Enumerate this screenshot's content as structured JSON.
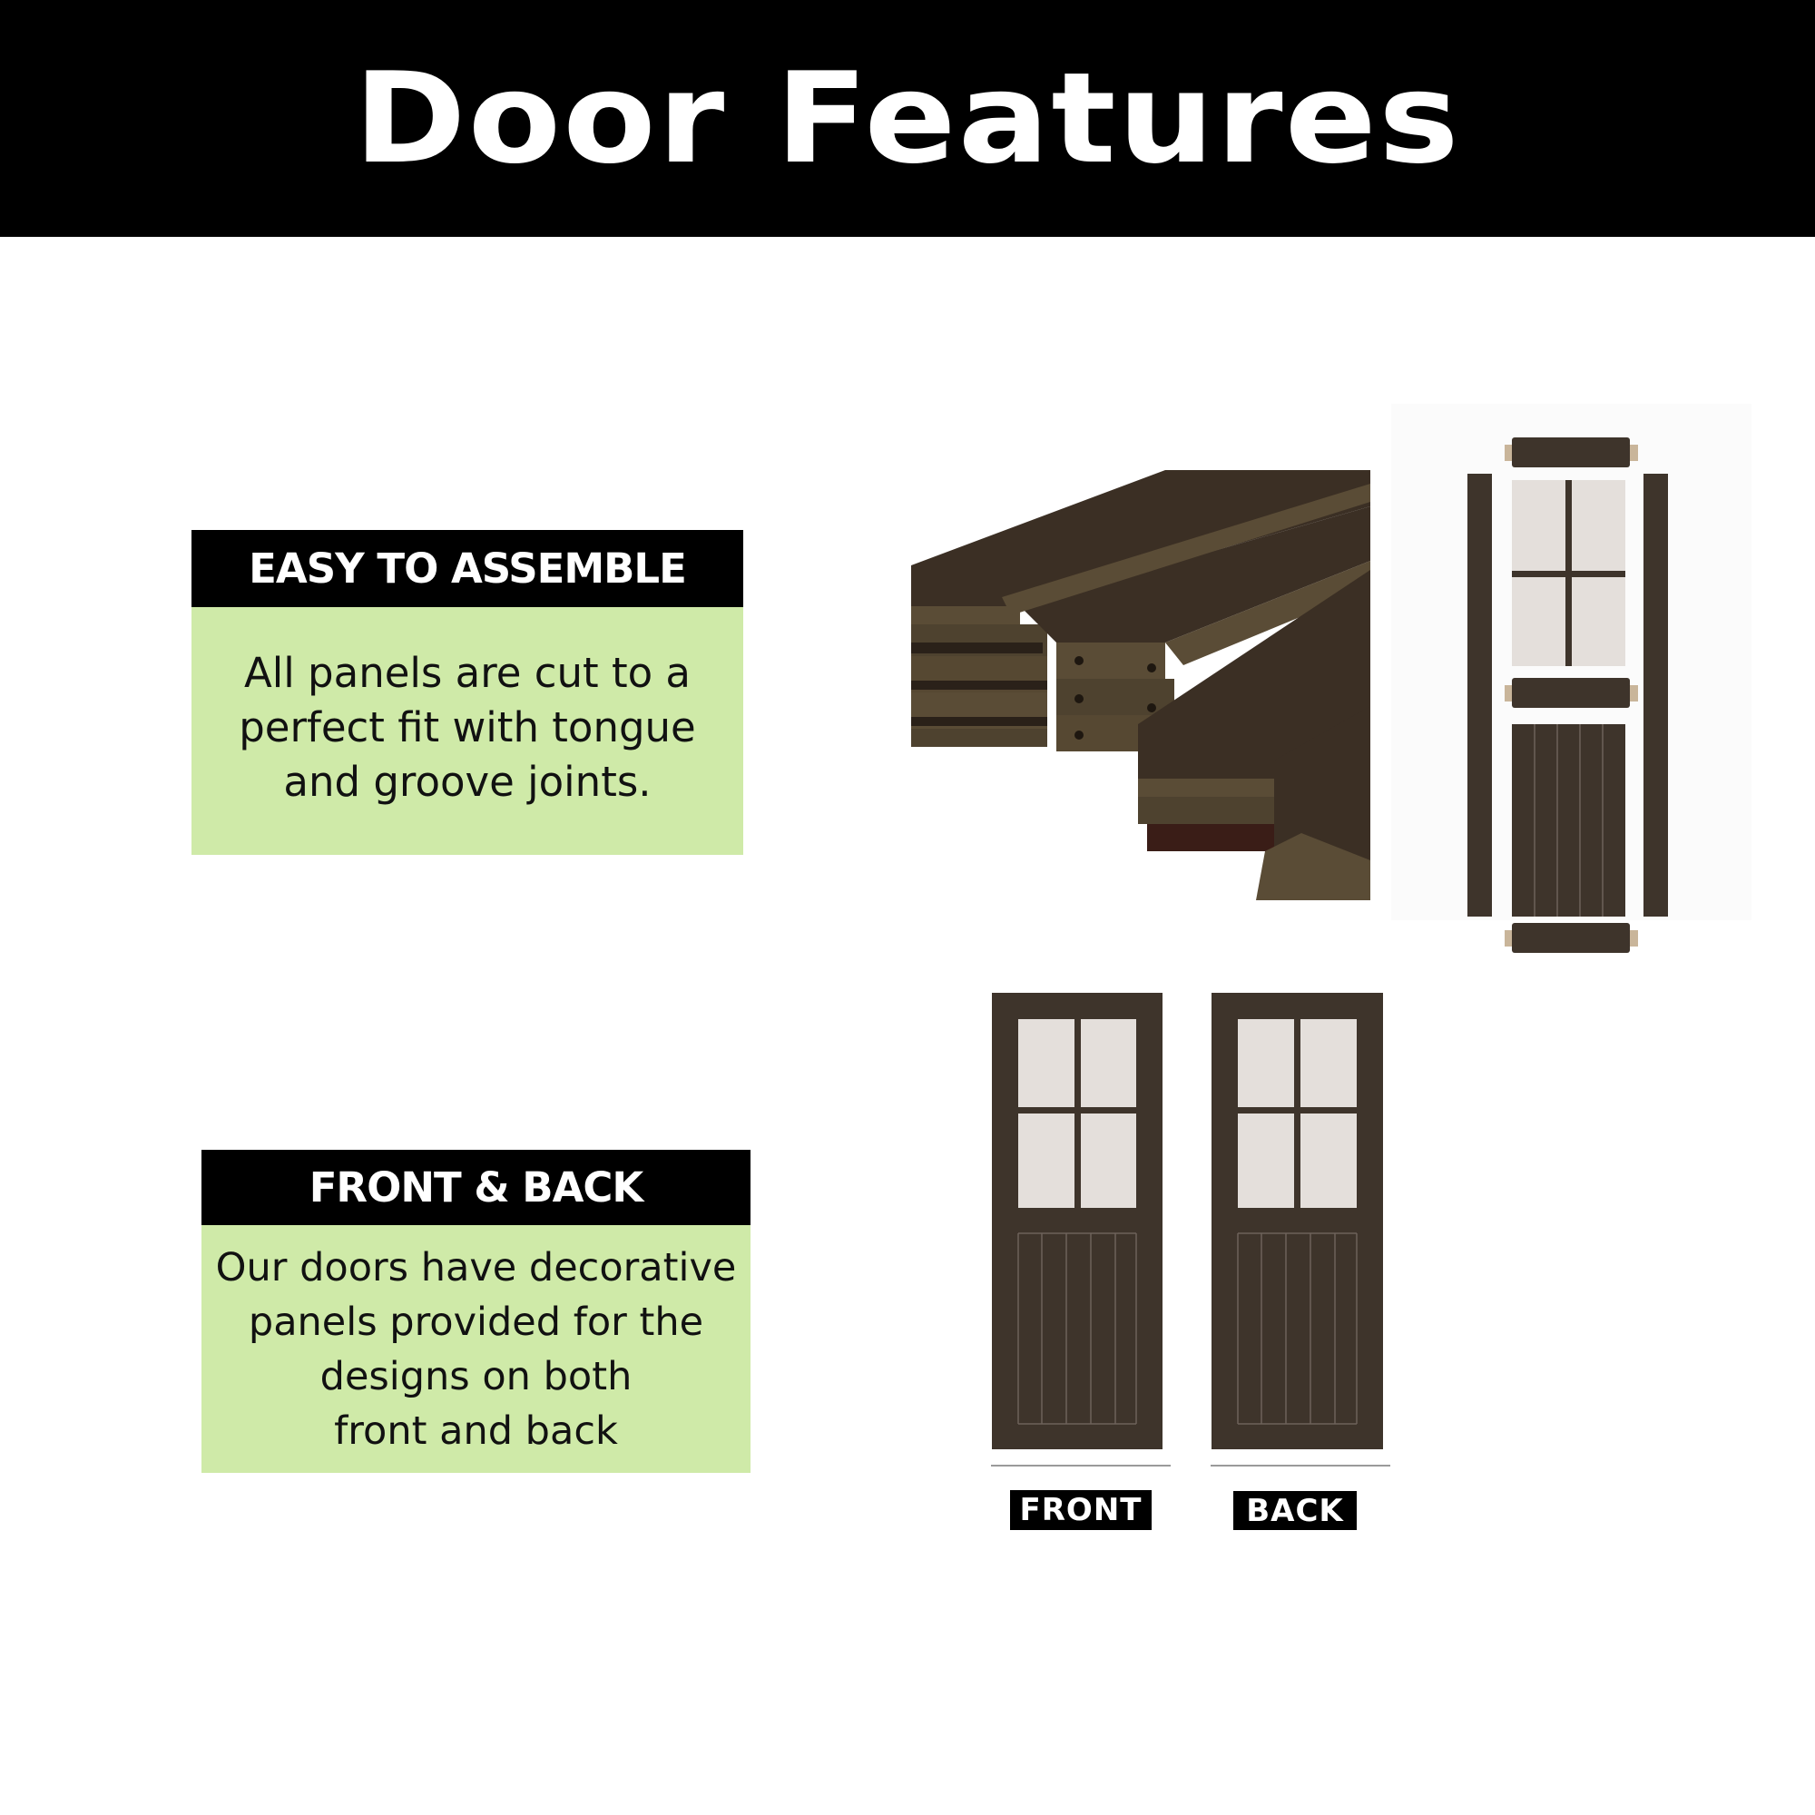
{
  "header": {
    "title": "Door Features"
  },
  "features": [
    {
      "title": "EASY TO ASSEMBLE",
      "lines": [
        "All panels are cut to a",
        "perfect fit with tongue",
        "and groove joints."
      ]
    },
    {
      "title": "FRONT & BACK",
      "lines": [
        "Our doors have decorative",
        "panels provided for the",
        "designs on both",
        "front and back"
      ]
    }
  ],
  "images": {
    "planks": "tongue-and-groove-planks",
    "exploded": "door-parts-exploded-view",
    "doors": [
      {
        "label": "FRONT"
      },
      {
        "label": "BACK"
      }
    ]
  },
  "colors": {
    "header_bg": "#000000",
    "panel_green": "#cfeaa8",
    "wood_dark": "#3e342b",
    "wood_edge": "#5a4c36",
    "glass": "#e4dfdb"
  }
}
